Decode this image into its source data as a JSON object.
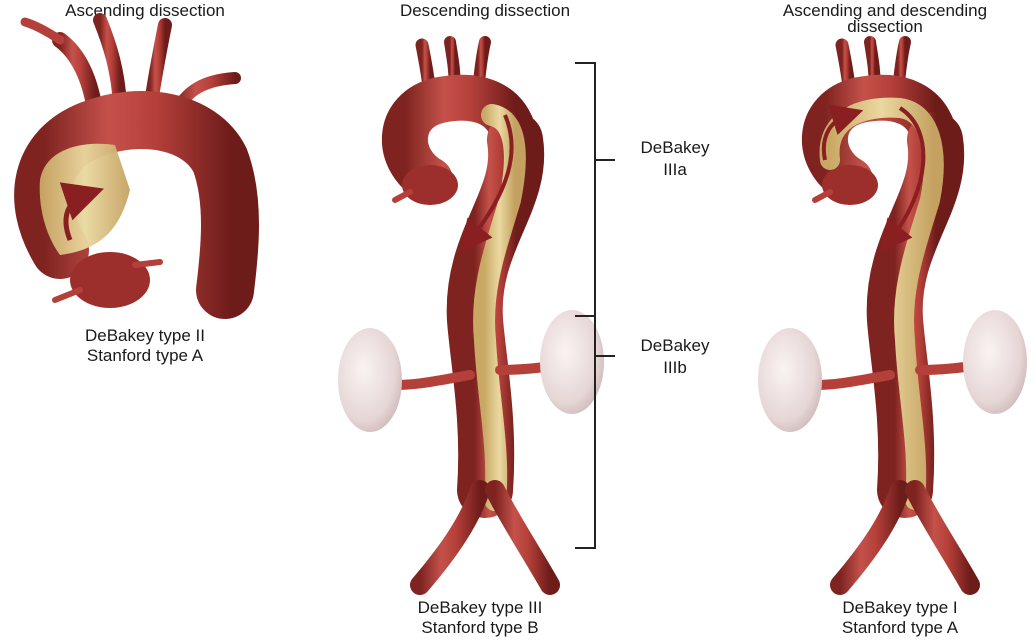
{
  "panels": [
    {
      "title": "Ascending dissection",
      "caption_line1": "DeBakey type II",
      "caption_line2": "Stanford type A"
    },
    {
      "title": "Descending dissection",
      "caption_line1": "DeBakey type III",
      "caption_line2": "Stanford type B"
    },
    {
      "title_line1": "Ascending and descending",
      "title_line2": "dissection",
      "caption_line1": "DeBakey type I",
      "caption_line2": "Stanford type A"
    }
  ],
  "brackets": [
    {
      "line1": "DeBakey",
      "line2": "IIIa"
    },
    {
      "line1": "DeBakey",
      "line2": "IIIb"
    }
  ],
  "colors": {
    "artery": "#b5403a",
    "artery_dark": "#7e2320",
    "false_lumen": "#e0c98a",
    "kidney": "#eadcdc",
    "flow_arrow": "#8a1f22"
  }
}
